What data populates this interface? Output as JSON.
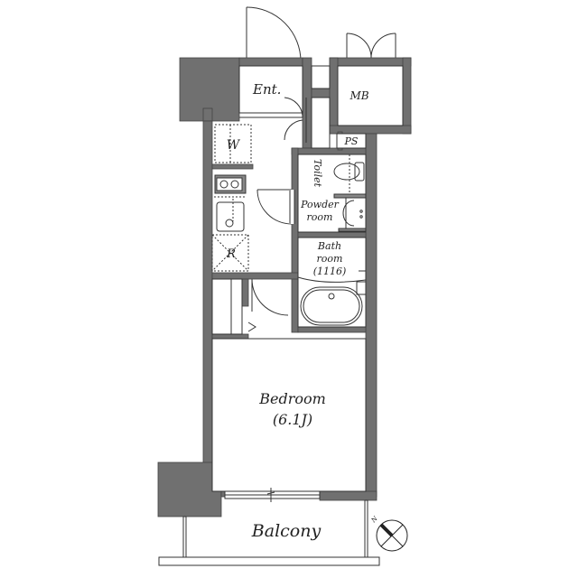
{
  "floorplan": {
    "rooms": {
      "entrance": {
        "label": "Ent."
      },
      "meter_box": {
        "label": "MB"
      },
      "pipe_space": {
        "label": "PS"
      },
      "washer": {
        "label": "W"
      },
      "refrigerator": {
        "label": "R"
      },
      "toilet": {
        "label": "Toilet"
      },
      "powder_room": {
        "line1": "Powder",
        "line2": "room"
      },
      "bathroom": {
        "line1": "Bath",
        "line2": "room",
        "line3": "(1116)"
      },
      "bedroom": {
        "line1": "Bedroom",
        "line2": "(6.1J)"
      },
      "balcony": {
        "label": "Balcony"
      }
    },
    "compass": {
      "north_label": "N"
    },
    "colors": {
      "wall": "#707070",
      "line": "#333333",
      "background": "#ffffff"
    }
  }
}
